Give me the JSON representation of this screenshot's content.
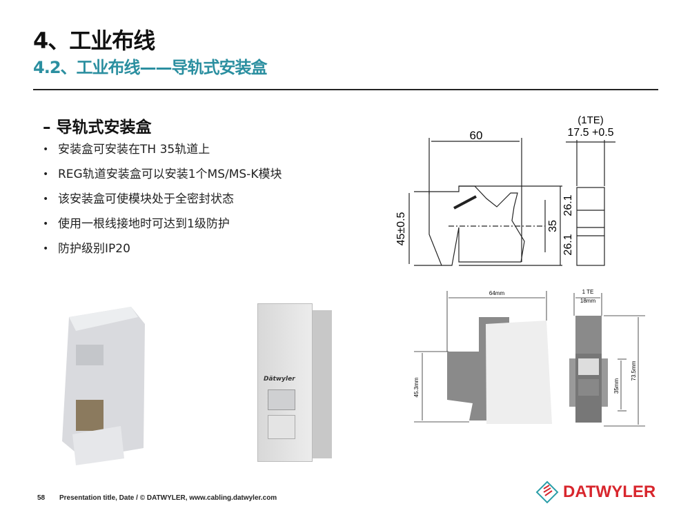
{
  "header": {
    "title": "4、工业布线",
    "subtitle": "4.2、工业布线——导轨式安装盒"
  },
  "content": {
    "section_title": "– 导轨式安装盒",
    "bullets": [
      "安装盒可安装在TH 35轨道上",
      "REG轨道安装盒可以安装1个MS/MS-K模块",
      "该安装盒可使模块处于全密封状态",
      "使用一根线接地时可达到1级防护",
      "防护级别IP20"
    ]
  },
  "drawing_top": {
    "width": "60",
    "te": "(1TE)",
    "depth": "17.5 +0.5",
    "height": "45±0.5",
    "rail": "35",
    "upper": "26.1",
    "lower": "26.1"
  },
  "drawing_bottom": {
    "width": "64mm",
    "te": "1 TE",
    "depth": "18mm",
    "height": "45.3mm",
    "rail": "35mm",
    "total": "73.5mm"
  },
  "photo_brand": "Dätwyler",
  "footer": {
    "page": "58",
    "text": "Presentation title, Date / © DATWYLER, www.cabling.datwyler.com"
  },
  "logo": {
    "text": "DATWYLER",
    "colors": {
      "red": "#d8262d",
      "teal": "#2b9ea8"
    }
  },
  "colors": {
    "accent": "#2b8fa0"
  }
}
